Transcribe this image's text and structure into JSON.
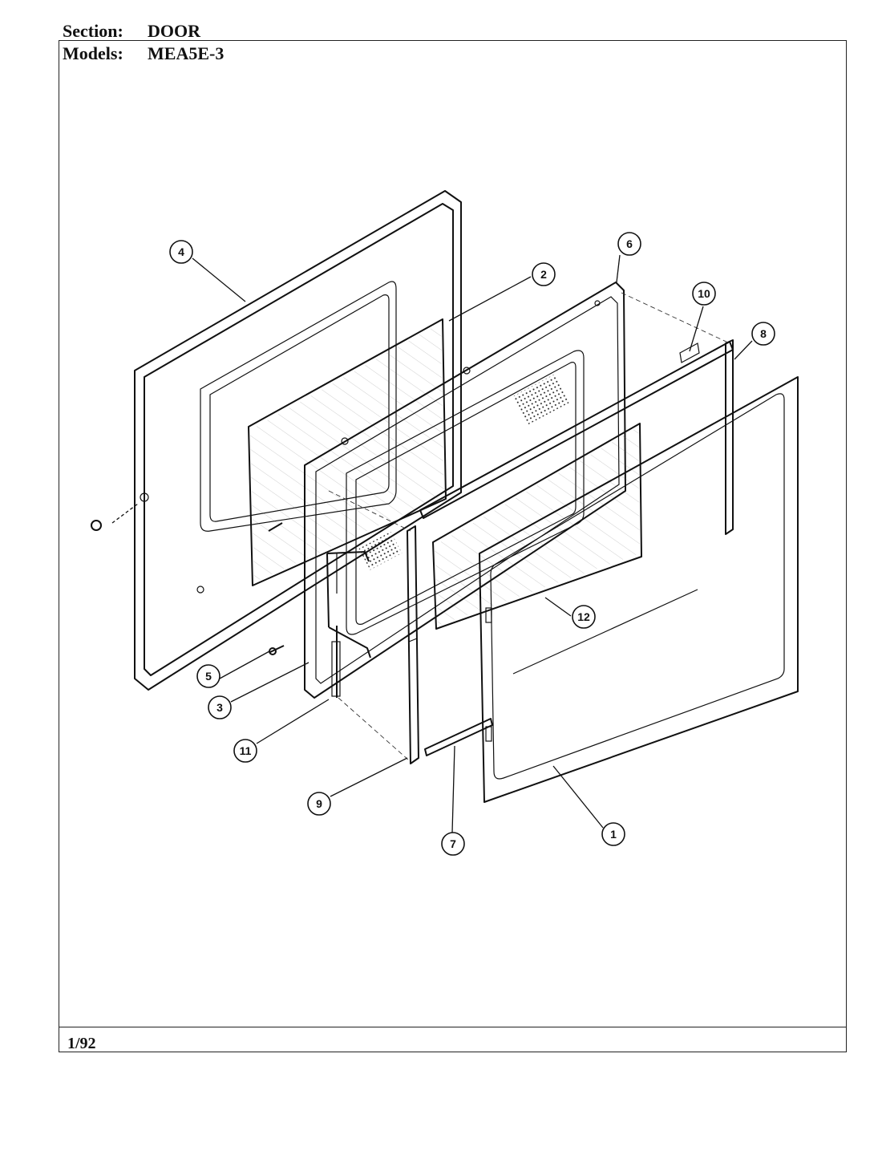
{
  "header": {
    "section_label": "Section:",
    "section_value": "DOOR",
    "models_label": "Models:",
    "models_value": "MEA5E-3"
  },
  "footer": {
    "date": "1/92"
  },
  "callouts": [
    {
      "id": "c1",
      "label": "1"
    },
    {
      "id": "c2",
      "label": "2"
    },
    {
      "id": "c3",
      "label": "3"
    },
    {
      "id": "c4",
      "label": "4"
    },
    {
      "id": "c5",
      "label": "5"
    },
    {
      "id": "c6",
      "label": "6"
    },
    {
      "id": "c7",
      "label": "7"
    },
    {
      "id": "c8",
      "label": "8"
    },
    {
      "id": "c9",
      "label": "9"
    },
    {
      "id": "c10",
      "label": "10"
    },
    {
      "id": "c11",
      "label": "11"
    },
    {
      "id": "c12",
      "label": "12"
    }
  ]
}
